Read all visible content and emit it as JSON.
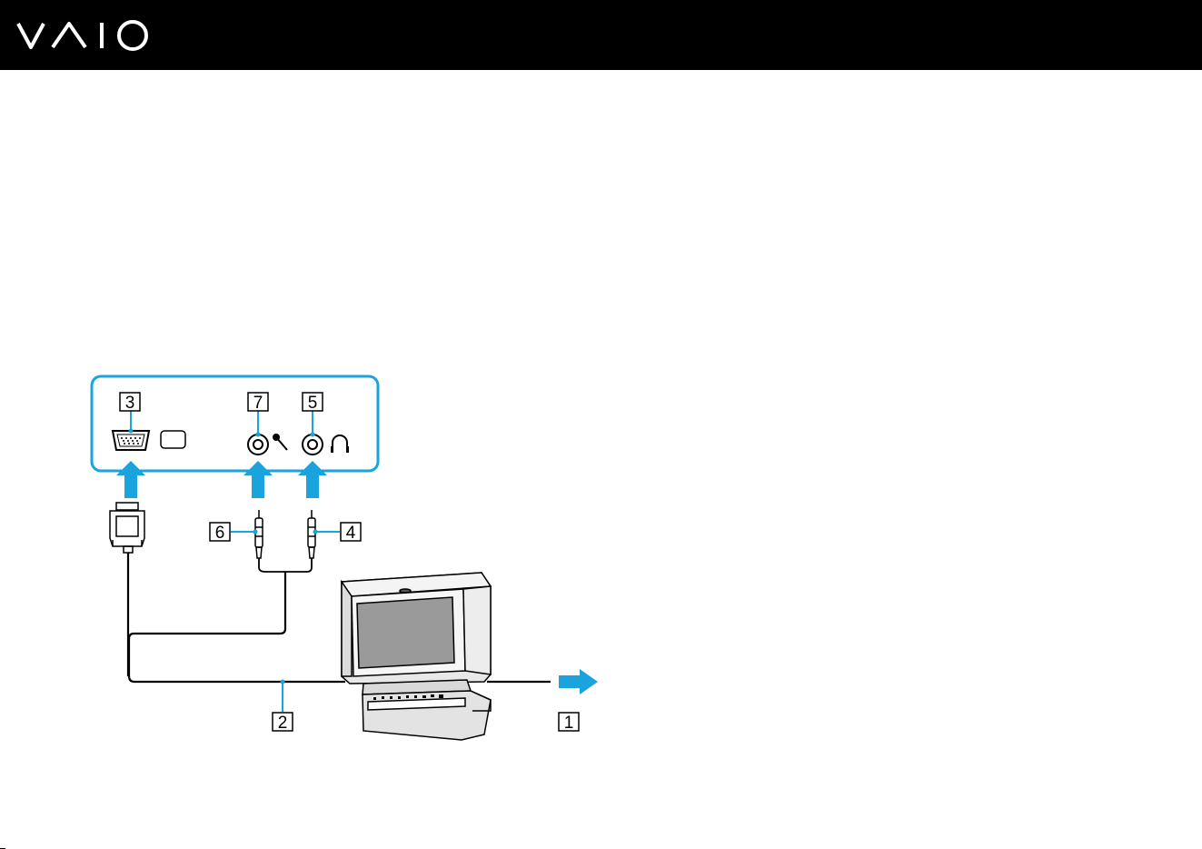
{
  "header": {
    "brand": "VAIO",
    "background": "#000000",
    "logo_color": "#ffffff"
  },
  "diagram": {
    "accent_color": "#1aa3dc",
    "callouts": {
      "c1": "1",
      "c2": "2",
      "c3": "3",
      "c4": "4",
      "c5": "5",
      "c6": "6",
      "c7": "7"
    },
    "icons": [
      "vga-port-icon",
      "monitor-port-icon",
      "microphone-icon",
      "headphone-icon",
      "vga-plug-icon",
      "audio-plug-icon",
      "crt-monitor-icon",
      "direction-arrow-icon"
    ]
  }
}
